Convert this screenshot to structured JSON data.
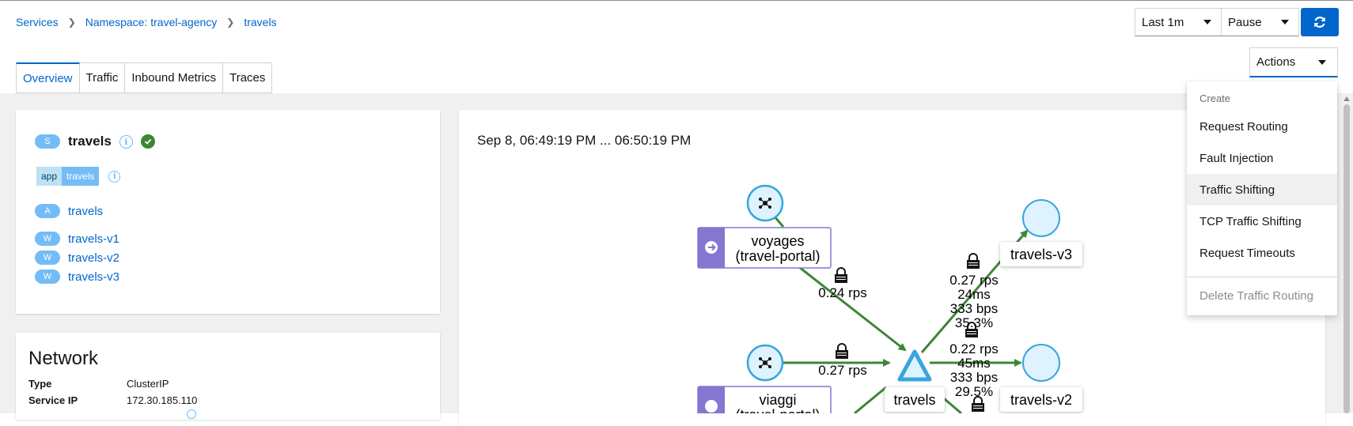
{
  "breadcrumb": [
    {
      "label": "Services"
    },
    {
      "label": "Namespace: travel-agency"
    },
    {
      "label": "travels"
    }
  ],
  "controls": {
    "time_range": "Last 1m",
    "refresh_interval": "Pause",
    "actions_label": "Actions"
  },
  "tabs": [
    {
      "label": "Overview",
      "active": true
    },
    {
      "label": "Traffic",
      "active": false
    },
    {
      "label": "Inbound Metrics",
      "active": false
    },
    {
      "label": "Traces",
      "active": false
    }
  ],
  "service": {
    "badge": "S",
    "name": "travels",
    "status": "healthy",
    "labels": [
      {
        "key": "app",
        "value": "travels"
      }
    ],
    "app": {
      "badge": "A",
      "name": "travels"
    },
    "workloads": [
      {
        "badge": "W",
        "name": "travels-v1"
      },
      {
        "badge": "W",
        "name": "travels-v2"
      },
      {
        "badge": "W",
        "name": "travels-v3"
      }
    ]
  },
  "network": {
    "title": "Network",
    "type_label": "Type",
    "type_value": "ClusterIP",
    "ip_label": "Service IP",
    "ip_value": "172.30.185.110"
  },
  "graph": {
    "timestamp": "Sep 8, 06:49:19 PM ... 06:50:19 PM",
    "nodes": {
      "voyages_line1": "voyages",
      "voyages_line2": "(travel-portal)",
      "viaggi_line1": "viaggi",
      "viaggi_line2": "(travel-portal)",
      "travels": "travels",
      "travels_v3": "travels-v3",
      "travels_v2": "travels-v2"
    },
    "edges": {
      "voyages_rps": "0.24 rps",
      "viaggi_rps": "0.27 rps",
      "v3_rps": "0.27 rps",
      "v3_latency": "24ms",
      "v3_bps": "333 bps",
      "v3_pct": "35.3%",
      "v2_rps": "0.22 rps",
      "v2_latency": "45ms",
      "v2_bps": "333 bps",
      "v2_pct": "29.5%"
    },
    "colors": {
      "edge": "#3e8635",
      "node_fill": "#def3ff",
      "node_stroke": "#39a5dc",
      "portal_box": "#8476d1"
    }
  },
  "actions_menu": {
    "group_label": "Create",
    "items": [
      "Request Routing",
      "Fault Injection",
      "Traffic Shifting",
      "TCP Traffic Shifting",
      "Request Timeouts"
    ],
    "hovered": "Traffic Shifting",
    "delete_label": "Delete Traffic Routing"
  }
}
